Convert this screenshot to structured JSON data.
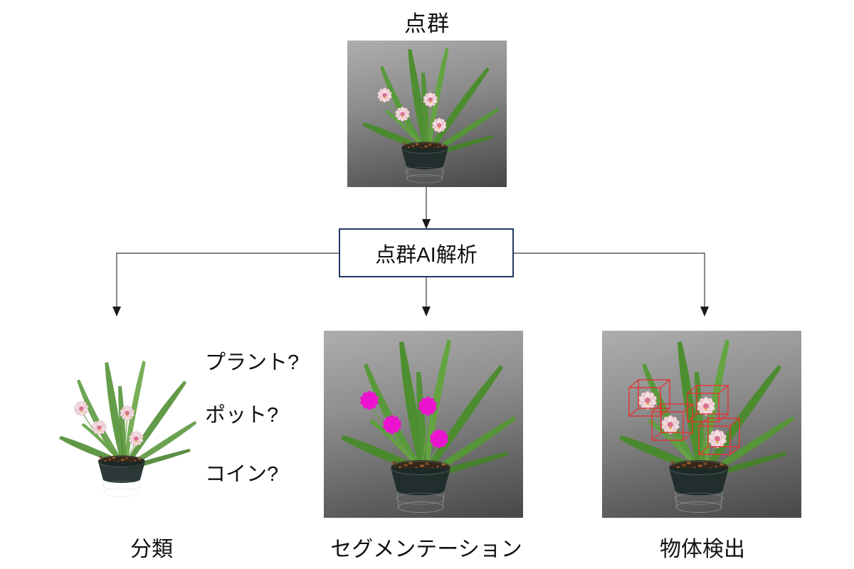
{
  "title": "点群",
  "ai_box": {
    "label": "点群AI解析"
  },
  "questions": [
    "プラント?",
    "ポット?",
    "コイン?"
  ],
  "branches": [
    {
      "label": "分類"
    },
    {
      "label": "セグメンテーション"
    },
    {
      "label": "物体検出"
    }
  ],
  "images": {
    "top": {
      "alt": "potted-orchid-point-cloud"
    },
    "classification": {
      "alt": "potted-orchid-point-cloud-white-background"
    },
    "segmentation": {
      "alt": "potted-orchid-flowers-highlighted-magenta"
    },
    "detection": {
      "alt": "potted-orchid-flowers-in-red-3d-boxes"
    }
  },
  "colors": {
    "ai_box_border": "#1f3864",
    "arrow_line": "#595959",
    "arrow_head": "#1a1a1a",
    "segmentation_highlight": "#ec13d0",
    "detection_box": "#e23434",
    "image_bg_top": "#aeaeae",
    "image_bg_bottom": "#474747",
    "leaf_greens": [
      "#4a8a2e",
      "#58993b",
      "#4d8f30",
      "#63a441",
      "#4c8c2f",
      "#569538",
      "#46802b",
      "#5da041",
      "#529135"
    ],
    "flower_petal": "#f3dfe3",
    "flower_petal_edge": "#dba6b4",
    "flower_core": "#d86f92",
    "flower_pollen": "#e2a24f",
    "stem_green": "#6fa04a",
    "pot_dark": "#1c2a29",
    "soil_brown": "#35271a",
    "soil_speckle": [
      "#7c4a26",
      "#945c30"
    ],
    "ghost_wire": "#c8d8d4"
  }
}
